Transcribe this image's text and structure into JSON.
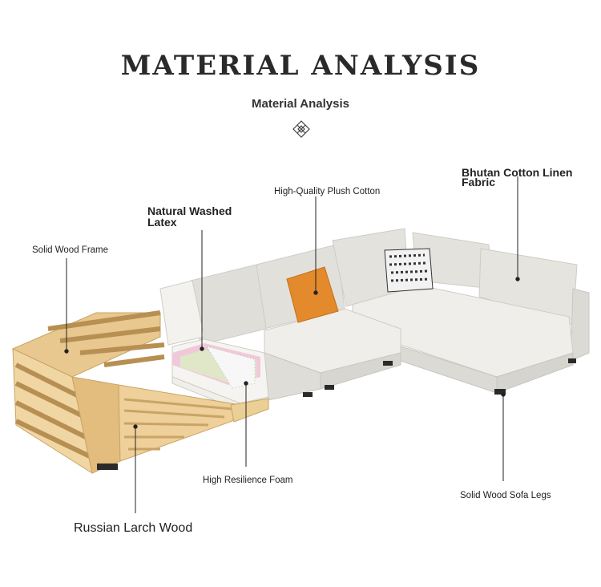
{
  "header": {
    "title": "MATERIAL ANALYSIS",
    "subtitle": "Material Analysis"
  },
  "labels": {
    "solid_wood_frame": "Solid Wood Frame",
    "natural_washed_latex_line1": "Natural Washed",
    "natural_washed_latex_line2": "Latex",
    "plush_cotton": "High-Quality Plush Cotton",
    "linen_fabric_line1": "Bhutan Cotton Linen",
    "linen_fabric_line2": "Fabric",
    "high_resilience_foam": "High Resilience Foam",
    "sofa_legs": "Solid Wood Sofa Legs",
    "russian_larch": "Russian Larch Wood"
  },
  "icons": [
    "diamond-ornament-icon"
  ],
  "colors": {
    "wood": "#e8c88e",
    "wood_dark": "#c9a467",
    "fabric": "#e8e6e1",
    "pillow_orange": "#e38a2c",
    "leader_line": "#222222"
  }
}
